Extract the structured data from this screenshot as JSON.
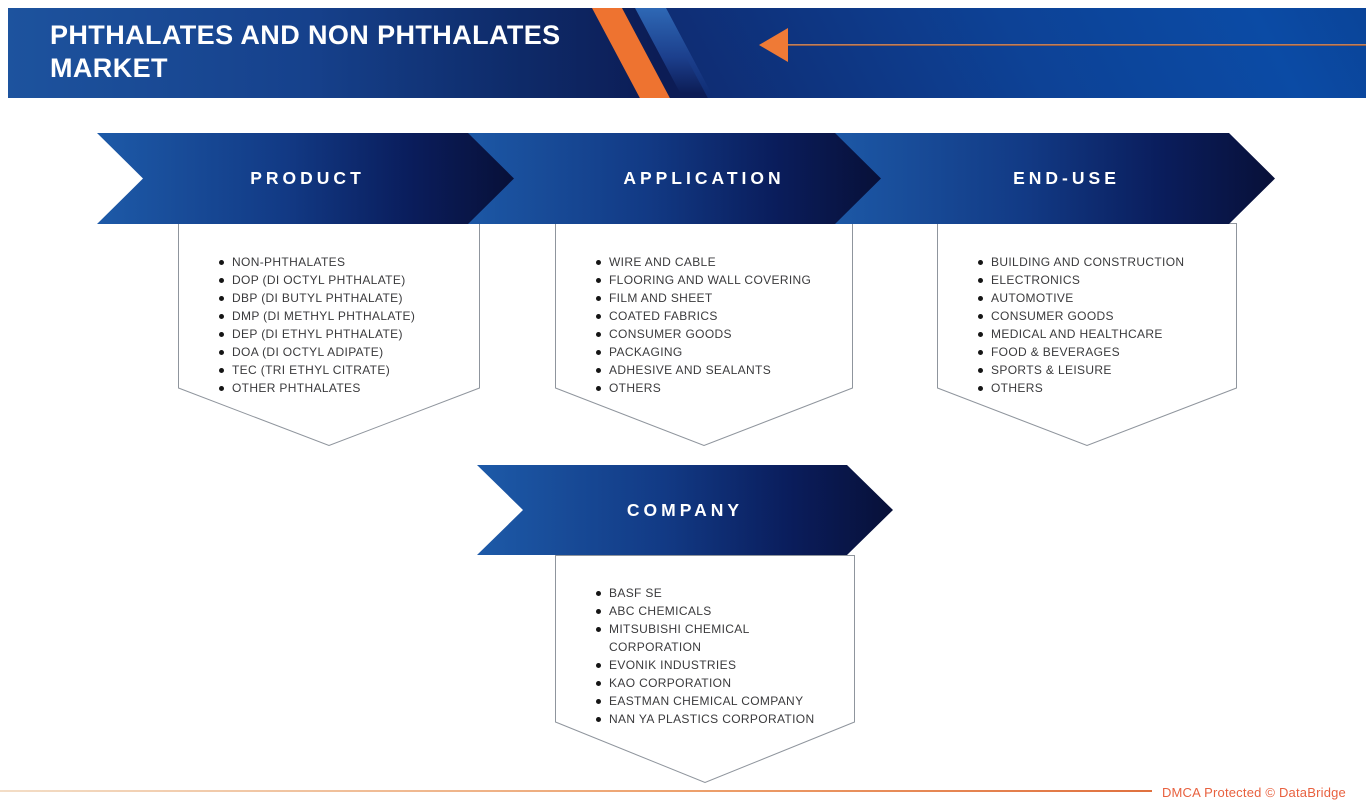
{
  "title": {
    "line1": "PHTHALATES AND NON PHTHALATES",
    "line2": "MARKET"
  },
  "segments": [
    {
      "label": "PRODUCT",
      "items": [
        "NON-PHTHALATES",
        "DOP (DI OCTYL PHTHALATE)",
        "DBP (DI BUTYL PHTHALATE)",
        "DMP (DI METHYL PHTHALATE)",
        "DEP (DI ETHYL PHTHALATE)",
        "DOA (DI OCTYL ADIPATE)",
        "TEC (TRI ETHYL CITRATE)",
        "OTHER PHTHALATES"
      ]
    },
    {
      "label": "APPLICATION",
      "items": [
        "WIRE AND CABLE",
        "FLOORING AND WALL COVERING",
        "FILM AND SHEET",
        "COATED FABRICS",
        "CONSUMER GOODS",
        "PACKAGING",
        "ADHESIVE AND SEALANTS",
        "OTHERS"
      ]
    },
    {
      "label": "END-USE",
      "items": [
        "BUILDING AND CONSTRUCTION",
        "ELECTRONICS",
        "AUTOMOTIVE",
        "CONSUMER GOODS",
        "MEDICAL AND HEALTHCARE",
        "FOOD & BEVERAGES",
        "SPORTS & LEISURE",
        "OTHERS"
      ]
    },
    {
      "label": "COMPANY",
      "items": [
        "BASF SE",
        "ABC CHEMICALS",
        "MITSUBISHI CHEMICAL CORPORATION",
        "EVONIK INDUSTRIES",
        "KAO CORPORATION",
        "EASTMAN CHEMICAL COMPANY",
        "NAN YA PLASTICS CORPORATION"
      ]
    }
  ],
  "footer": {
    "dmca": "DMCA Protected © DataBridge"
  },
  "colors": {
    "accent_orange": "#ee7330",
    "arrow_orange": "#ef7a36",
    "ribbon_blue_light": "#1d5aa8",
    "ribbon_navy_dark": "#081038",
    "header_blue_right": "#0b4ba5",
    "header_navy_center": "#0c1c55",
    "dmca_orange": "#e8613f",
    "list_text": "#3a3a3c",
    "box_border": "#8f959d"
  }
}
